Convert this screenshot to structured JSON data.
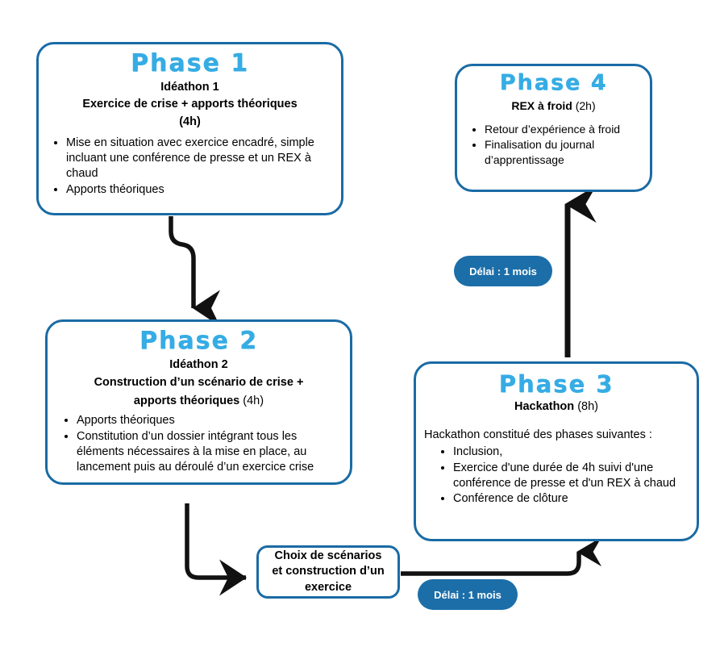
{
  "diagram": {
    "title_color": "#36ace4",
    "border_color": "#1a6ba4",
    "pill_color": "#1c6ea8",
    "arrow_color": "#000000"
  },
  "phases": {
    "phase1": {
      "title": "Phase  1",
      "subtitle_line1": "Idéathon 1",
      "subtitle_line2": "Exercice de crise + apports théoriques",
      "duration": "(4h)",
      "bullets": [
        "Mise en situation avec exercice encadré, simple incluant une conférence de presse et un REX à chaud",
        "Apports  théoriques"
      ]
    },
    "phase2": {
      "title": "Phase  2",
      "subtitle_line1": "Idéathon 2",
      "subtitle_line2": "Construction d’un scénario de crise +",
      "subtitle_line3": "apports théoriques",
      "duration": "(4h)",
      "bullets": [
        "Apports théoriques",
        "Constitution d’un dossier intégrant tous les éléments nécessaires à la mise en place, au lancement puis au déroulé d’un exercice  crise"
      ]
    },
    "phase3": {
      "title": "Phase 3",
      "subtitle": "Hackathon",
      "duration": "(8h)",
      "lead": "Hackathon constitué des phases suivantes :",
      "bullets": [
        "Inclusion,",
        "Exercice d'une durée de 4h suivi d'une conférence de presse et d'un REX à chaud",
        "Conférence de clôture"
      ]
    },
    "phase4": {
      "title": "Phase 4",
      "subtitle": "REX à froid",
      "duration": "(2h)",
      "bullets": [
        "Retour d’expérience à froid",
        "Finalisation du journal d’apprentissage"
      ]
    }
  },
  "exercise_box": {
    "line1": "Choix de scénarios",
    "line2": "et construction d’un",
    "line3": "exercice"
  },
  "delays": {
    "top": "Délai  : 1 mois",
    "bottom": "Délai  : 1 mois"
  }
}
